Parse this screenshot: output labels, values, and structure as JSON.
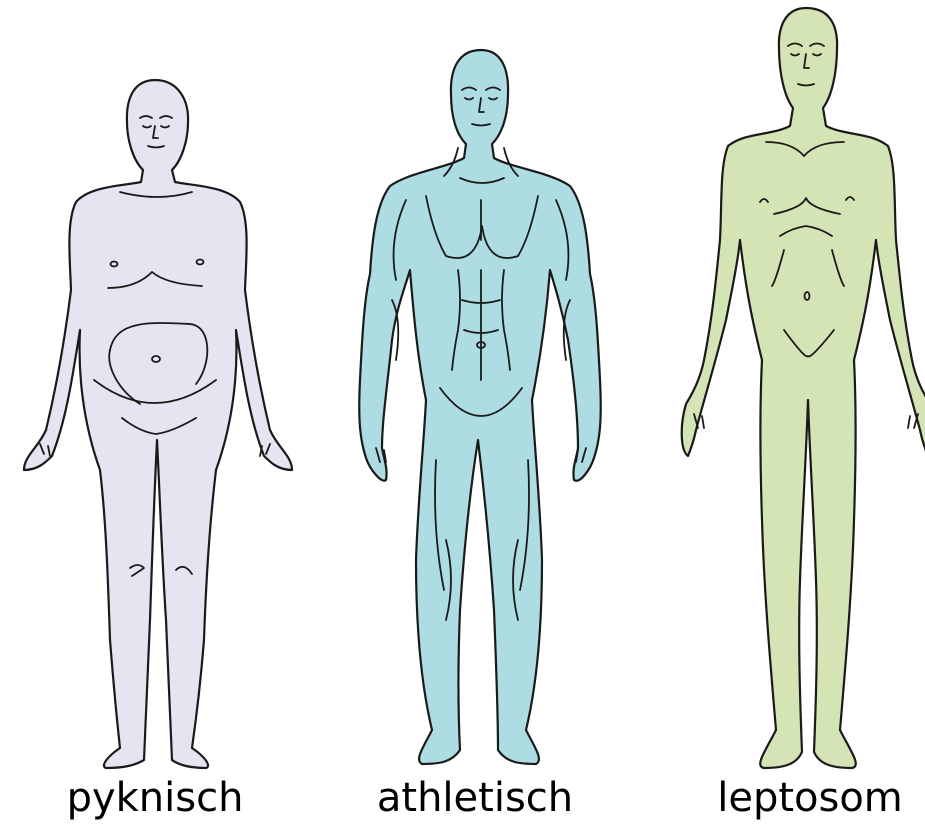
{
  "figures": [
    {
      "label": "pyknisch",
      "fill": "#e7e3f0"
    },
    {
      "label": "athletisch",
      "fill": "#addde2"
    },
    {
      "label": "leptosom",
      "fill": "#d4e4b4"
    }
  ],
  "outline_color": "#1a1a1a",
  "background": "#ffffff"
}
